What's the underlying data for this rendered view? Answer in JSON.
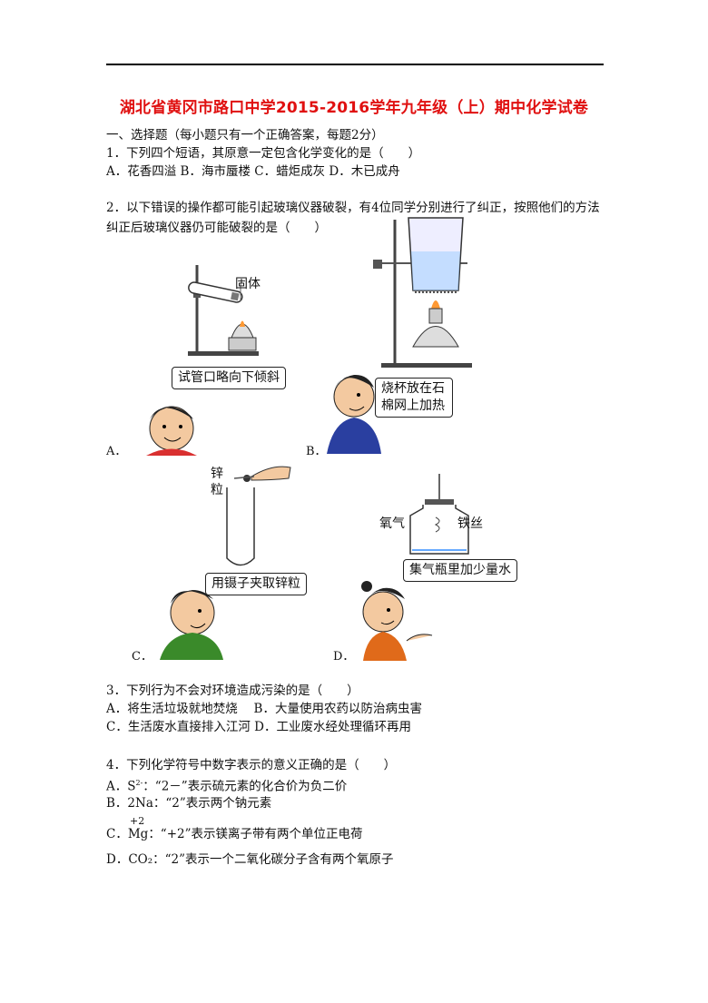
{
  "title": "湖北省黄冈市路口中学2015-2016学年九年级（上）期中化学试卷",
  "section1": "一、选择题（每小题只有一个正确答案，每题2分）",
  "q1": {
    "stem": "1．下列四个短语，其原意一定包含化学变化的是（　　）",
    "options": "A．花香四溢 B．海市蜃楼 C．蜡炬成灰 D．木已成舟"
  },
  "q2": {
    "stem": "2．以下错误的操作都可能引起玻璃仪器破裂，有4位同学分别进行了纠正，按照他们的方法纠正后玻璃仪器仍可能破裂的是（　　）",
    "A": {
      "label": "A．",
      "bubble": "试管口略向下倾斜",
      "solid": "固体"
    },
    "B": {
      "label": "B．",
      "bubble": "烧杯放在石棉网上加热"
    },
    "C": {
      "label": "C．",
      "bubble": "用镊子夹取锌粒",
      "zinc": "锌粒"
    },
    "D": {
      "label": "D．",
      "bubble": "集气瓶里加少量水",
      "oxygen": "氧气",
      "wire": "铁丝"
    }
  },
  "q3": {
    "stem": "3．下列行为不会对环境造成污染的是（　　）",
    "line1": "A．将生活垃圾就地焚烧　 B．大量使用农药以防治病虫害",
    "line2": "C．生活废水直接排入江河 D．工业废水经处理循环再用"
  },
  "q4": {
    "stem": "4．下列化学符号中数字表示的意义正确的是（　　）",
    "A_prefix": "A．S",
    "A_sup": "2-",
    "A_rest": "：“2－”表示硫元素的化合价为负二价",
    "B": "B．2Na：“2”表示两个钠元素",
    "C_prefix": "C．",
    "C_charge": "+2",
    "C_symbol": "Mg",
    "C_rest": "：“+2”表示镁离子带有两个单位正电荷",
    "D": "D．CO₂：“2”表示一个二氧化碳分子含有两个氧原子"
  },
  "colors": {
    "title": "#e01010",
    "shirt_b": "#2a3fa0",
    "shirt_c": "#3a8a2a",
    "shirt_d": "#e06a1a",
    "skin": "#f3c9a0"
  }
}
